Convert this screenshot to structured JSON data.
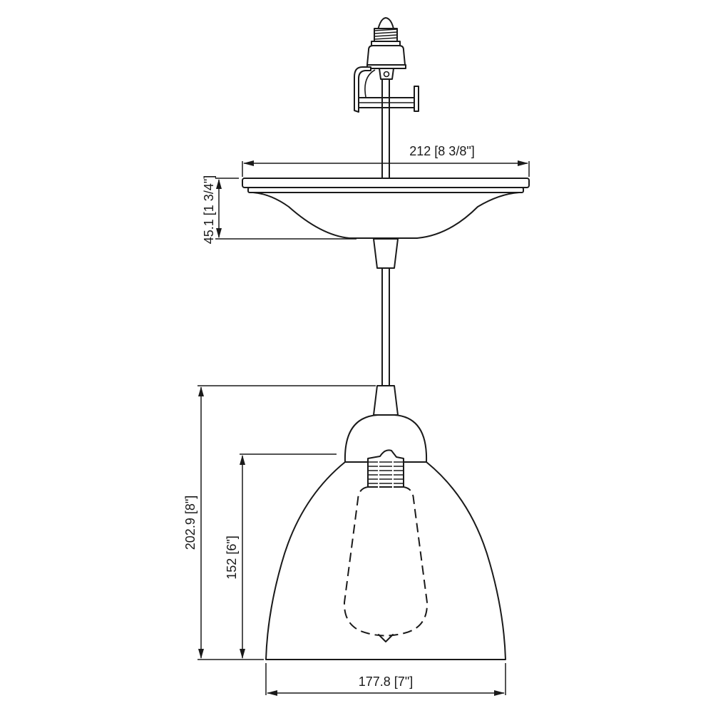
{
  "drawing": {
    "title": "Pendant light conversion kit technical drawing",
    "line_color": "#1a1a1a",
    "background": "#ffffff",
    "dimensions": {
      "canopy_width": "212 [8 3/8\"]",
      "canopy_height": "45.1 [1 3/4\"]",
      "overall_shade_height": "202.9 [8\"]",
      "shade_height": "152 [6\"]",
      "shade_width": "177.8 [7\"]"
    },
    "components": [
      "screw-in-adapter",
      "mounting-bracket",
      "canopy",
      "stem",
      "shade-cap",
      "glass-shade",
      "edison-bulb"
    ]
  }
}
